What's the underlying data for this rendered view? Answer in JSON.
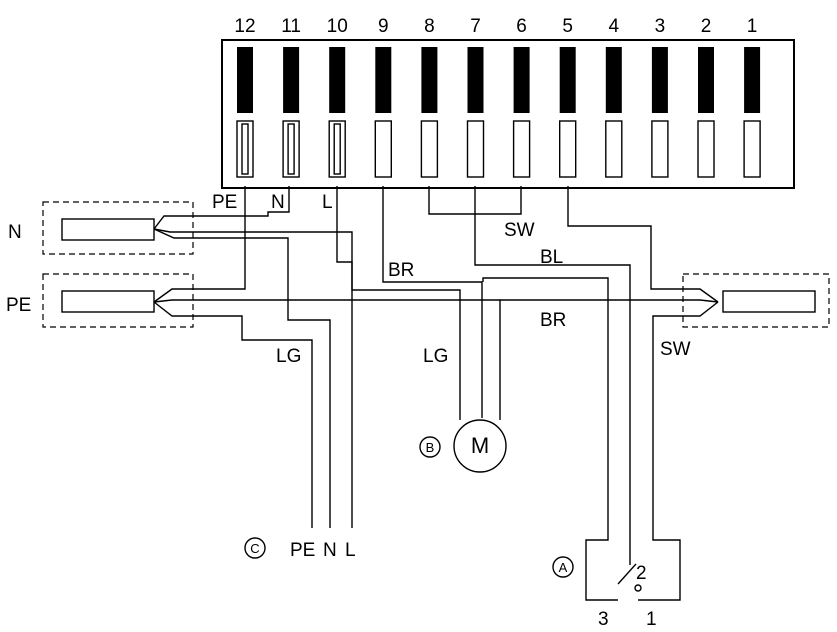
{
  "terminals": [
    "12",
    "11",
    "10",
    "9",
    "8",
    "7",
    "6",
    "5",
    "4",
    "3",
    "2",
    "1"
  ],
  "wire_labels": {
    "pe_top": "PE",
    "n_top": "N",
    "l_top": "L",
    "sw_bridge": "SW",
    "bl": "BL",
    "br_upper": "BR",
    "br_right": "BR",
    "sw_right": "SW",
    "lg_left": "LG",
    "lg_motor": "LG"
  },
  "connectors": {
    "n_left": "N",
    "pe_left": "PE"
  },
  "motor": {
    "marker": "B",
    "label": "M"
  },
  "supply": {
    "marker": "C",
    "labels": [
      "PE",
      "N",
      "L"
    ]
  },
  "switch": {
    "marker": "A",
    "pin_2": "2",
    "pin_3": "3",
    "pin_1": "1"
  }
}
